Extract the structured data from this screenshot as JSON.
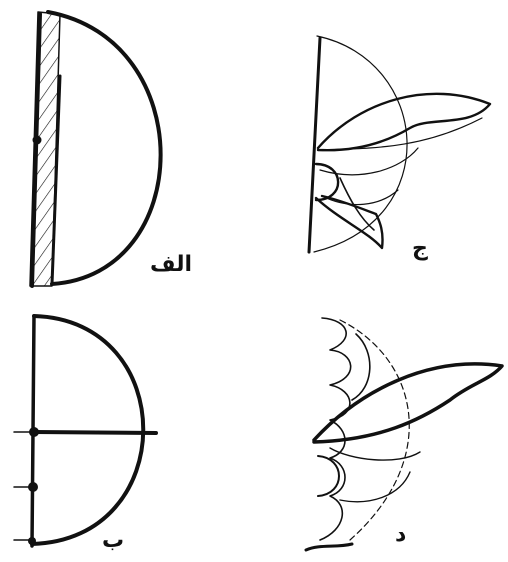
{
  "figure": {
    "panels": [
      {
        "id": "alef",
        "label": "الف"
      },
      {
        "id": "jim",
        "label": "ج"
      },
      {
        "id": "be",
        "label": "ب"
      },
      {
        "id": "dal",
        "label": "د"
      }
    ],
    "ink_color": "#111111",
    "background": "#ffffff"
  }
}
